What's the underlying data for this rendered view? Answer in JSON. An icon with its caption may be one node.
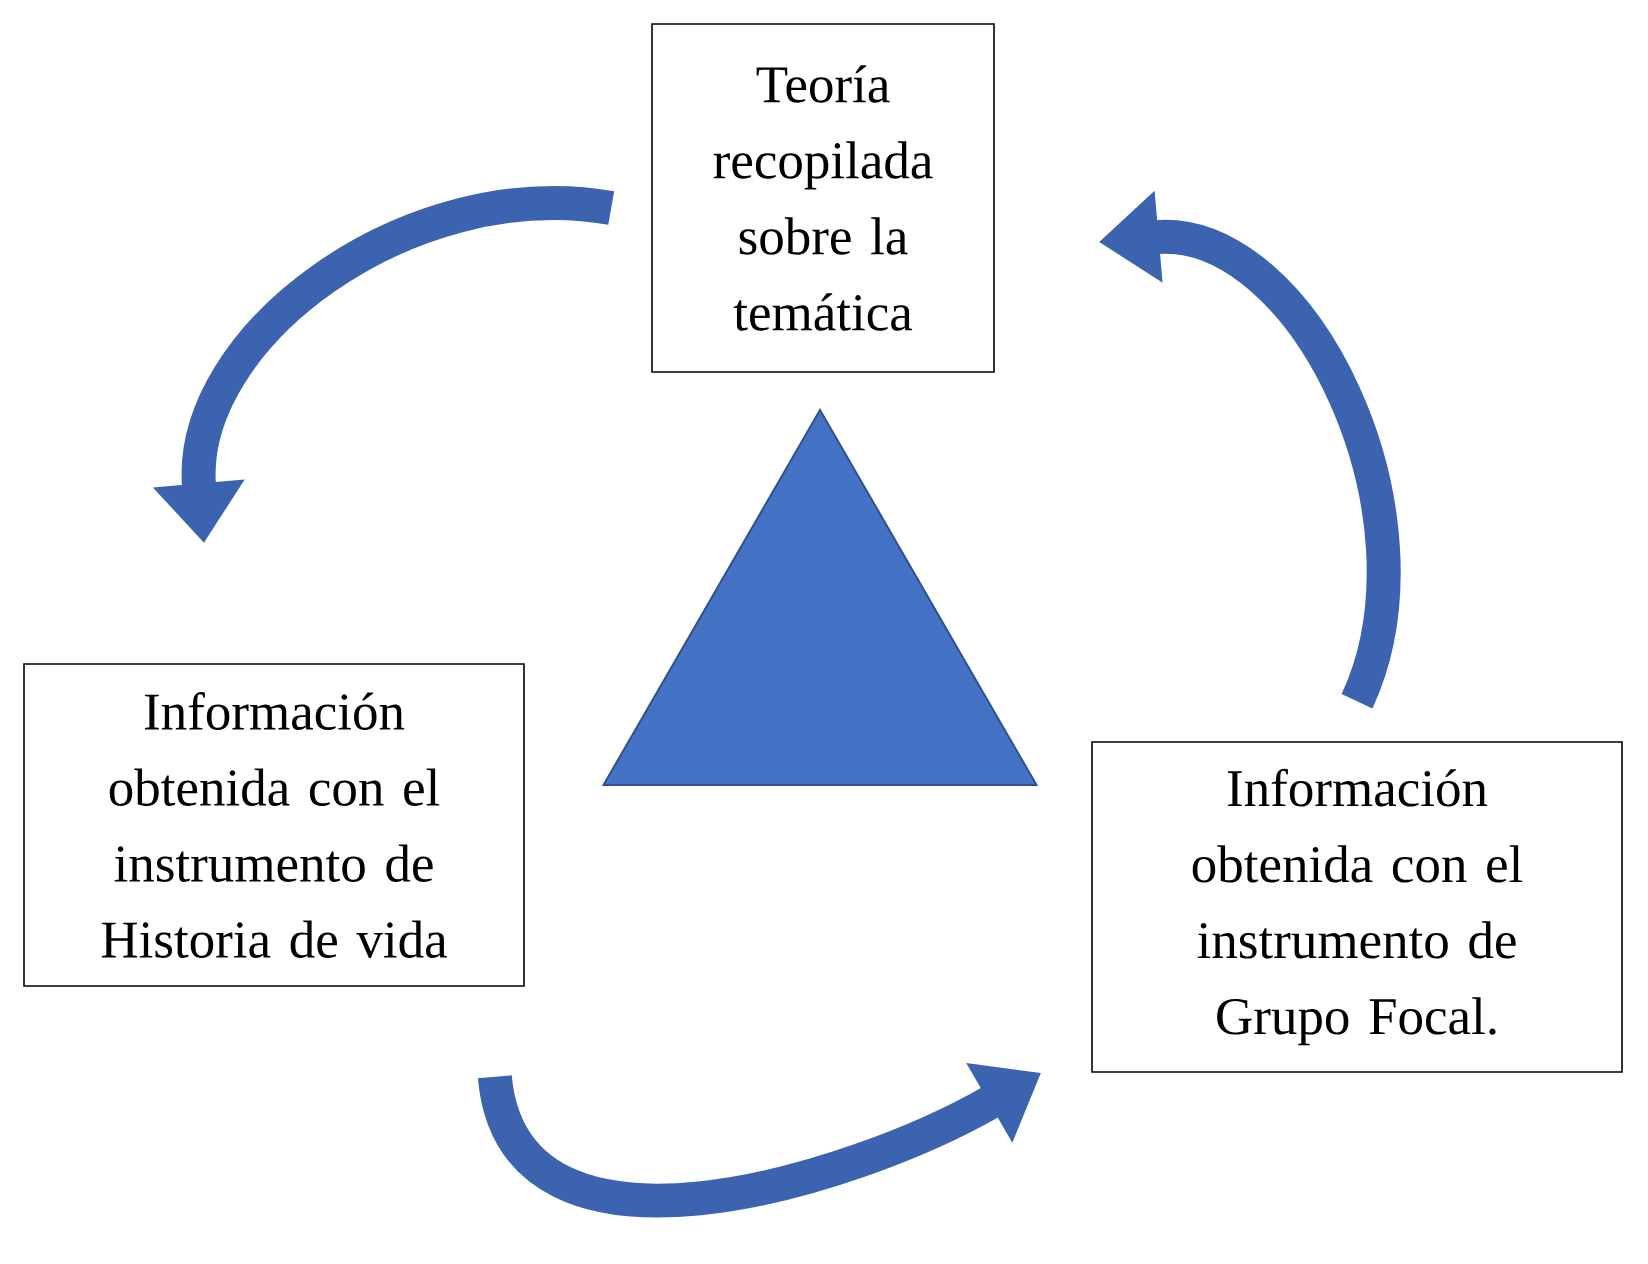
{
  "diagram": {
    "nodes": [
      {
        "text": [
          "Teoría recopilada sobre la temática"
        ]
      },
      {
        "text": [],
        "shape": "triangle"
      },
      {
        "text": [
          "Información obtenida con el instrumento de Historia de vida"
        ]
      },
      {
        "text": [
          "Información obtenida con el instrumento de Grupo Focal."
        ]
      }
    ],
    "edges": [
      {
        "from": 0,
        "to": 2,
        "arrow": "to"
      },
      {
        "from": 2,
        "to": 3,
        "arrow": "to"
      },
      {
        "from": 3,
        "to": 0,
        "arrow": "to"
      }
    ]
  }
}
